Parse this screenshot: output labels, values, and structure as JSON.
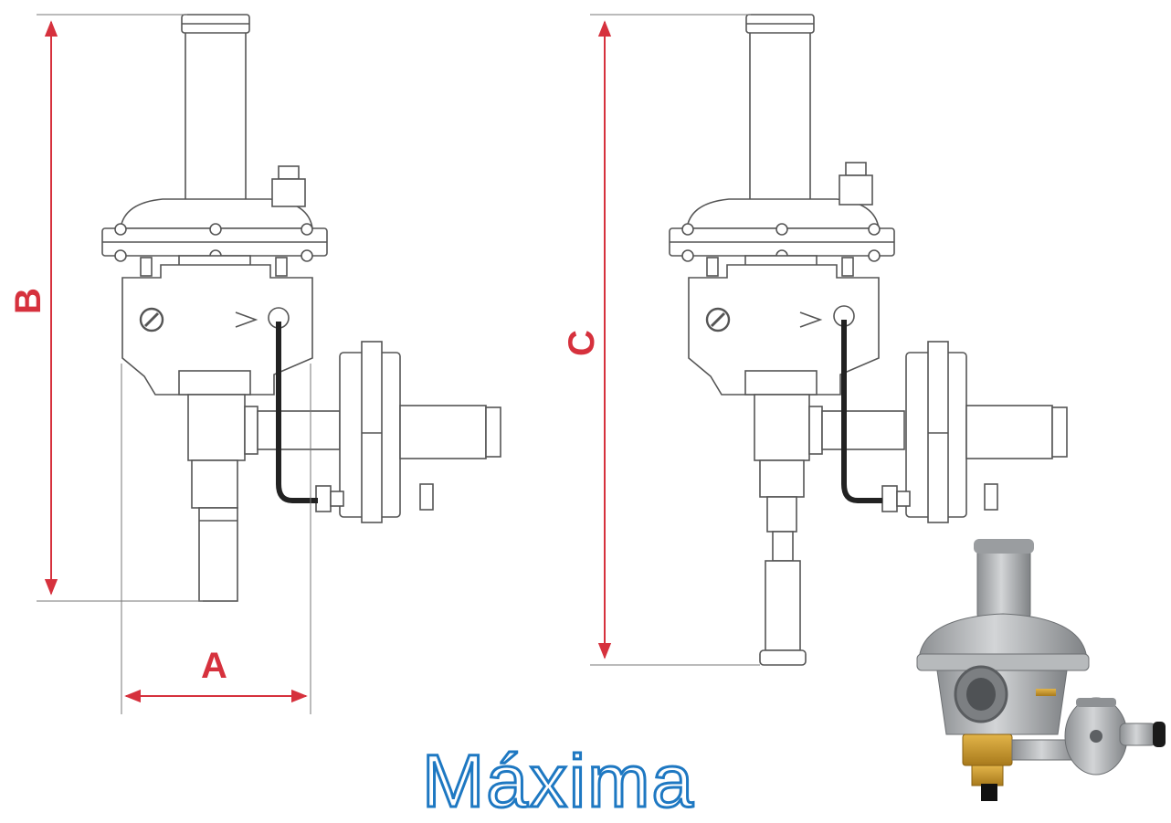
{
  "dimensions": {
    "a_label": "A",
    "b_label": "B",
    "c_label": "C"
  },
  "footer": {
    "word": "Máxima"
  },
  "colors": {
    "dimension": "#d6313d",
    "line": "#555555",
    "tube": "#222222",
    "footer_outline": "#1e78c2",
    "photo_body": "#a9acae"
  }
}
